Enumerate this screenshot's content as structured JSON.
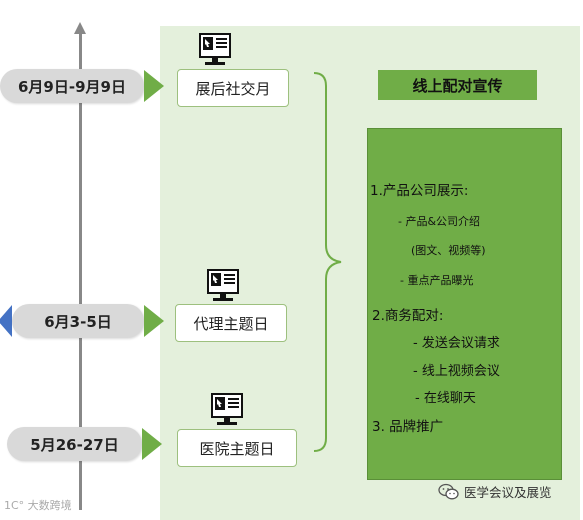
{
  "timeline": [
    {
      "date": "6月9日-9月9日",
      "event": "展后社交月"
    },
    {
      "date": "6月3-5日",
      "event": "代理主题日"
    },
    {
      "date": "5月26-27日",
      "event": "医院主题日"
    }
  ],
  "header": {
    "title": "线上配对宣传"
  },
  "content": {
    "section1_title": "1.产品公司展示:",
    "s1_item1": "- 产品&公司介绍",
    "s1_item1b": "(图文、视频等)",
    "s1_item2": "- 重点产品曝光",
    "section2_title": "2.商务配对:",
    "s2_item1": "- 发送会议请求",
    "s2_item2": "- 线上视频会议",
    "s2_item3": "- 在线聊天",
    "section3_title": "3. 品牌推广"
  },
  "watermarks": {
    "left": "1C° 大数跨境",
    "right": "医学会议及展览"
  },
  "colors": {
    "green": "#70ad47",
    "panel": "#e4f0dc",
    "pill": "#d9d9d9",
    "left_chevron": "#4472c4"
  },
  "icons": [
    "computer-monitor-icon",
    "computer-monitor-icon",
    "computer-monitor-icon",
    "wechat-icon"
  ]
}
